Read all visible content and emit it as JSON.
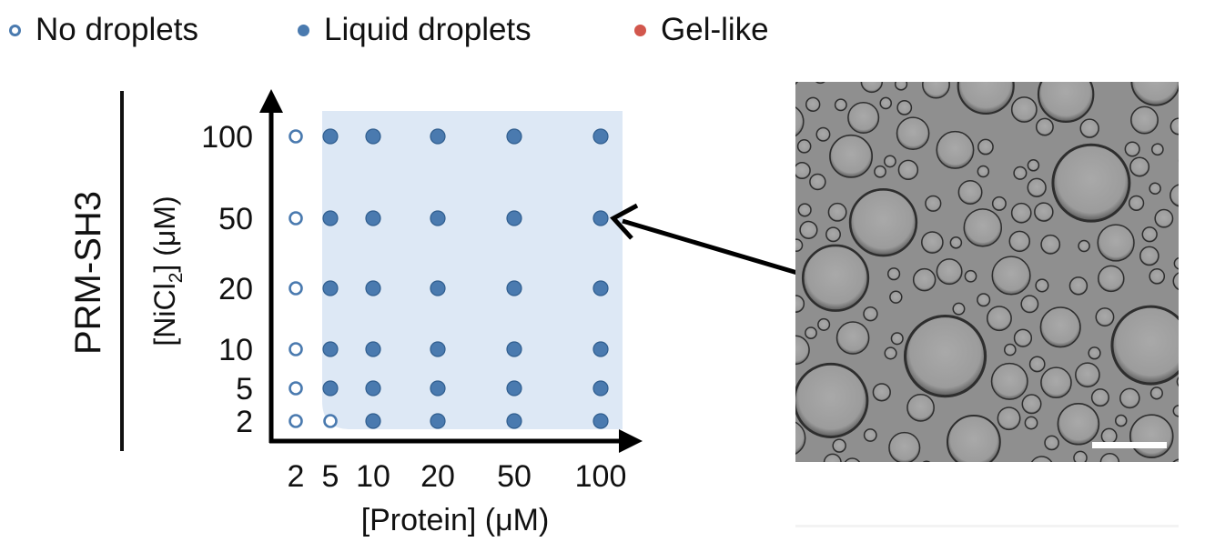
{
  "legend": [
    {
      "label": "No droplets",
      "marker": "open-circle",
      "color": "#4a7aaf"
    },
    {
      "label": "Liquid droplets",
      "marker": "filled-circle",
      "color": "#4a7aaf"
    },
    {
      "label": "Gel-like",
      "marker": "filled-circle",
      "color": "#d2574d"
    }
  ],
  "side_label": "PRM-SH3",
  "chart_data": {
    "type": "scatter",
    "title": "",
    "xlabel": "[Protein] (μM)",
    "ylabel_parts": {
      "pre": "[NiCl",
      "sub": "2",
      "post": "] (μM)"
    },
    "x_categories": [
      "2",
      "5",
      "10",
      "20",
      "50",
      "100"
    ],
    "y_categories": [
      "2",
      "5",
      "10",
      "20",
      "50",
      "100"
    ],
    "scale": "log",
    "shaded_region": {
      "label": "Liquid droplets",
      "color": "#dde8f5"
    },
    "points": [
      {
        "x": "2",
        "y": "100",
        "state": "No droplets"
      },
      {
        "x": "5",
        "y": "100",
        "state": "Liquid droplets"
      },
      {
        "x": "10",
        "y": "100",
        "state": "Liquid droplets"
      },
      {
        "x": "20",
        "y": "100",
        "state": "Liquid droplets"
      },
      {
        "x": "50",
        "y": "100",
        "state": "Liquid droplets"
      },
      {
        "x": "100",
        "y": "100",
        "state": "Liquid droplets"
      },
      {
        "x": "2",
        "y": "50",
        "state": "No droplets"
      },
      {
        "x": "5",
        "y": "50",
        "state": "Liquid droplets"
      },
      {
        "x": "10",
        "y": "50",
        "state": "Liquid droplets"
      },
      {
        "x": "20",
        "y": "50",
        "state": "Liquid droplets"
      },
      {
        "x": "50",
        "y": "50",
        "state": "Liquid droplets"
      },
      {
        "x": "100",
        "y": "50",
        "state": "Liquid droplets"
      },
      {
        "x": "2",
        "y": "20",
        "state": "No droplets"
      },
      {
        "x": "5",
        "y": "20",
        "state": "Liquid droplets"
      },
      {
        "x": "10",
        "y": "20",
        "state": "Liquid droplets"
      },
      {
        "x": "20",
        "y": "20",
        "state": "Liquid droplets"
      },
      {
        "x": "50",
        "y": "20",
        "state": "Liquid droplets"
      },
      {
        "x": "100",
        "y": "20",
        "state": "Liquid droplets"
      },
      {
        "x": "2",
        "y": "10",
        "state": "No droplets"
      },
      {
        "x": "5",
        "y": "10",
        "state": "Liquid droplets"
      },
      {
        "x": "10",
        "y": "10",
        "state": "Liquid droplets"
      },
      {
        "x": "20",
        "y": "10",
        "state": "Liquid droplets"
      },
      {
        "x": "50",
        "y": "10",
        "state": "Liquid droplets"
      },
      {
        "x": "100",
        "y": "10",
        "state": "Liquid droplets"
      },
      {
        "x": "2",
        "y": "5",
        "state": "No droplets"
      },
      {
        "x": "5",
        "y": "5",
        "state": "Liquid droplets"
      },
      {
        "x": "10",
        "y": "5",
        "state": "Liquid droplets"
      },
      {
        "x": "20",
        "y": "5",
        "state": "Liquid droplets"
      },
      {
        "x": "50",
        "y": "5",
        "state": "Liquid droplets"
      },
      {
        "x": "100",
        "y": "5",
        "state": "Liquid droplets"
      },
      {
        "x": "2",
        "y": "2",
        "state": "No droplets"
      },
      {
        "x": "5",
        "y": "2",
        "state": "No droplets"
      },
      {
        "x": "10",
        "y": "2",
        "state": "Liquid droplets"
      },
      {
        "x": "20",
        "y": "2",
        "state": "Liquid droplets"
      },
      {
        "x": "50",
        "y": "2",
        "state": "Liquid droplets"
      },
      {
        "x": "100",
        "y": "2",
        "state": "Liquid droplets"
      }
    ],
    "annotation": {
      "type": "arrow",
      "from": "micrograph",
      "to_point": {
        "x": "100",
        "y": "50"
      }
    }
  },
  "micrograph": {
    "name": "Liquid droplets micrograph",
    "scale_bar": true
  }
}
